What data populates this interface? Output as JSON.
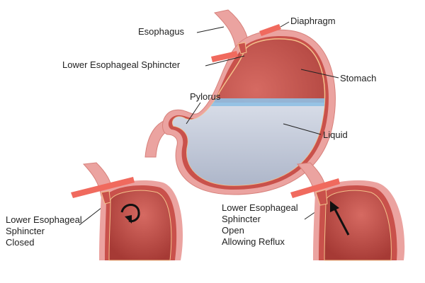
{
  "title": "Gastroesophageal reflux diagram",
  "labels": {
    "esophagus": "Esophagus",
    "diaphragm": "Diaphragm",
    "les": "Lower Esophageal Sphincter",
    "stomach": "Stomach",
    "pylorus": "Pylorus",
    "liquid": "Liquid"
  },
  "closed_caption": [
    "Lower Esophageal",
    "Sphincter",
    "Closed"
  ],
  "open_caption": [
    "Lower Esophageal",
    "Sphincter",
    "Open",
    "Allowing Reflux"
  ],
  "colors": {
    "tissue_outer": "#eba3a0",
    "wall": "#c9514b",
    "interior": "#b9463f",
    "liquid": "#c9d0df",
    "liquid_surface": "#8fbfe3",
    "diaphragm": "#f06a5e"
  }
}
